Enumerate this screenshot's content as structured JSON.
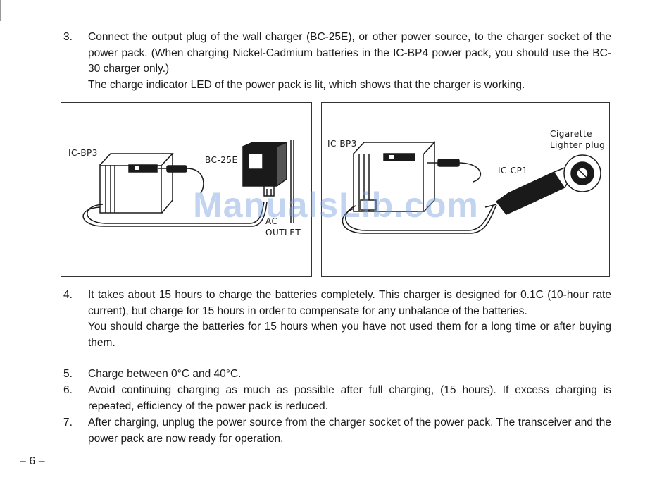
{
  "step3": {
    "number": "3.",
    "paragraph1": "Connect the output plug of the wall charger (BC-25E), or other power source, to the charger socket of the power pack. (When charging Nickel-Cadmium batteries in the IC-BP4 power pack, you should use the BC-30 charger only.)",
    "paragraph2": "The charge indicator LED of the power pack is lit, which shows that the charger is working."
  },
  "figure_left": {
    "label_pack": "IC-BP3",
    "label_charger": "BC-25E",
    "label_ac": "AC",
    "label_outlet": "OUTLET"
  },
  "figure_right": {
    "label_pack": "IC-BP3",
    "label_cigarette": "Cigarette",
    "label_lighter": "Lighter plug",
    "label_cable": "IC-CP1"
  },
  "watermark": "ManualsLib.com",
  "step4": {
    "number": "4.",
    "paragraph1": "It takes about 15 hours to charge the batteries completely. This charger is designed for 0.1C (10-hour rate current), but charge for 15 hours in order to compensate for any unbalance of the batteries.",
    "paragraph2": "You should charge the batteries for 15 hours when you have not used them for a long time or after buying them."
  },
  "step5": {
    "number": "5.",
    "text": "Charge between 0°C and 40°C."
  },
  "step6": {
    "number": "6.",
    "text": "Avoid continuing charging as much as possible after full charging, (15 hours). If excess charging is repeated, efficiency of the power pack is reduced."
  },
  "step7": {
    "number": "7.",
    "text": "After charging, unplug the power source from the charger socket of the power pack. The transceiver and the power pack are now ready for operation."
  },
  "page_number": "– 6 –"
}
